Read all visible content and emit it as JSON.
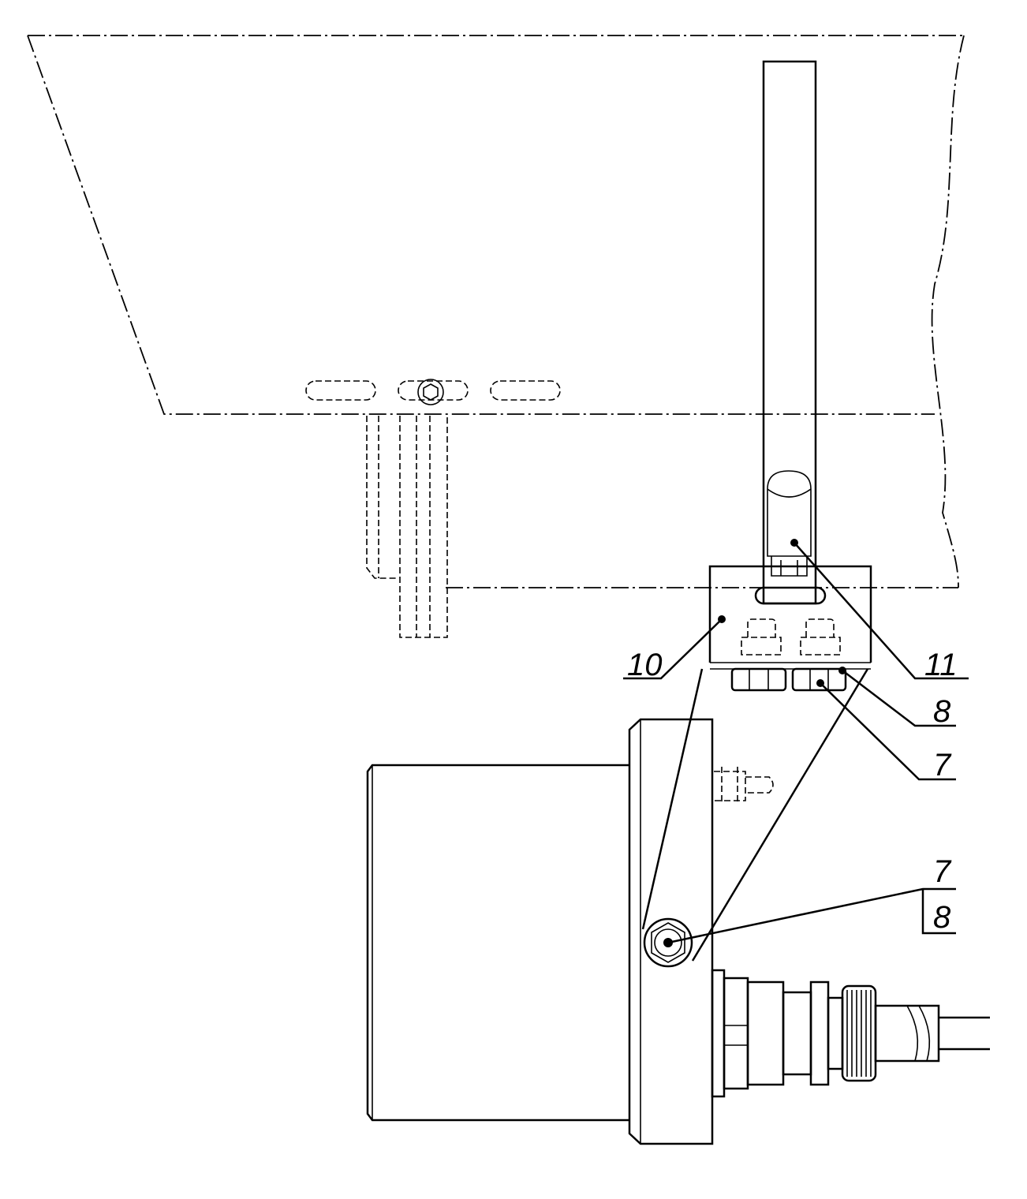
{
  "drawing": {
    "callouts": [
      {
        "id": "10",
        "label": "10"
      },
      {
        "id": "11",
        "label": "11"
      },
      {
        "id": "8",
        "label": "8"
      },
      {
        "id": "7",
        "label": "7"
      },
      {
        "id": "7-8-top",
        "label": "7"
      },
      {
        "id": "7-8-bottom",
        "label": "8"
      }
    ]
  }
}
